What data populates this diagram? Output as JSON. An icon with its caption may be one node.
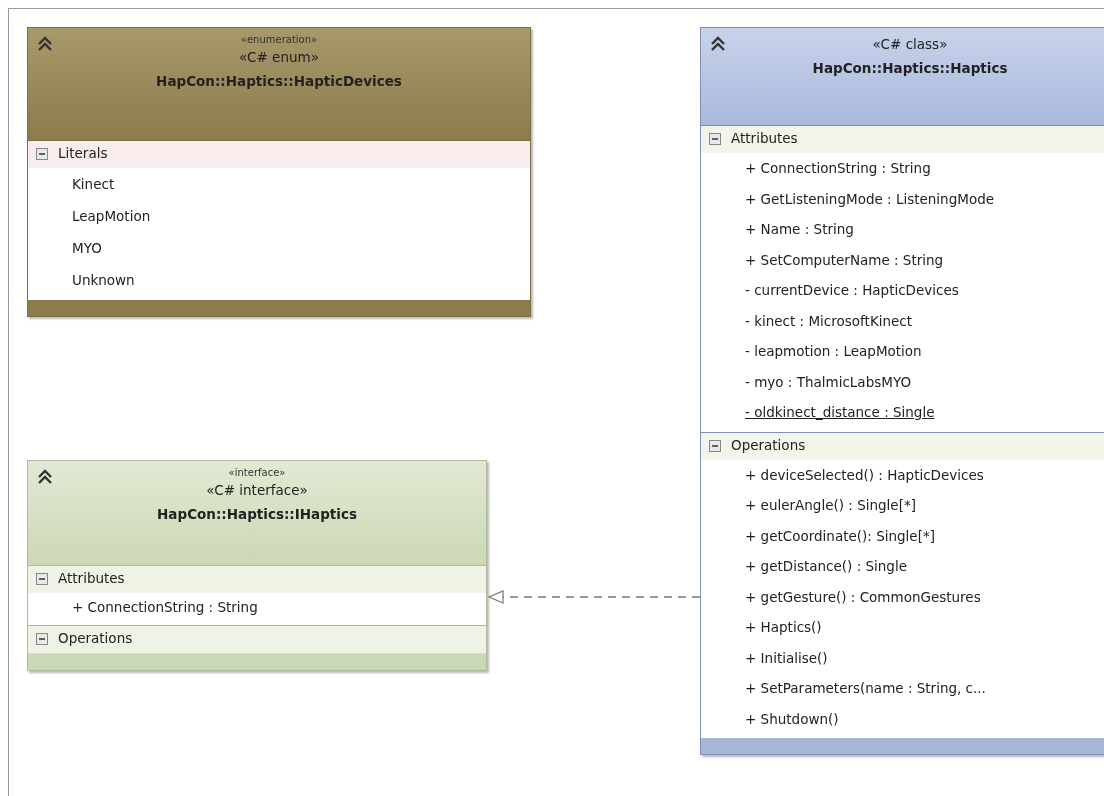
{
  "diagram": {
    "nodes": [
      {
        "text": [
          "«enumeration»",
          "«C# enum»",
          "HapCon::Haptics::HapticDevices"
        ]
      },
      {
        "text": [
          "Literals",
          "Kinect",
          "LeapMotion",
          "MYO",
          "Unknown"
        ],
        "in": 0
      },
      {
        "text": [
          "«C# class»",
          "HapCon::Haptics::Haptics"
        ]
      },
      {
        "text": [
          "Attributes",
          "+ ConnectionString : String",
          "+ GetListeningMode : ListeningMode",
          "+ Name : String",
          "+ SetComputerName : String",
          "- currentDevice : HapticDevices",
          "- kinect : MicrosoftKinect",
          "- leapmotion : LeapMotion",
          "- myo : ThalmicLabsMYO",
          "- oldkinect_distance : Single"
        ],
        "in": 2
      },
      {
        "text": [
          "Operations",
          "+ deviceSelected() : HapticDevices",
          "+ eulerAngle() : Single[*]",
          "+ getCoordinate(): Single[*]",
          "+ getDistance() : Single",
          "+ getGesture() : CommonGestures",
          "+ Haptics()",
          "+ Initialise()",
          "+ SetParameters(name : String, c...",
          "+ Shutdown()"
        ],
        "in": 2
      },
      {
        "text": [
          "«interface»",
          "«C# interface»",
          "HapCon::Haptics::IHaptics"
        ]
      },
      {
        "text": [
          "Attributes",
          "+ ConnectionString : String"
        ],
        "in": 5
      },
      {
        "text": [
          "Operations"
        ],
        "in": 5
      }
    ],
    "edges": [
      {
        "from": 2,
        "to": 5,
        "arrow": "to",
        "style": "dashed"
      }
    ]
  }
}
